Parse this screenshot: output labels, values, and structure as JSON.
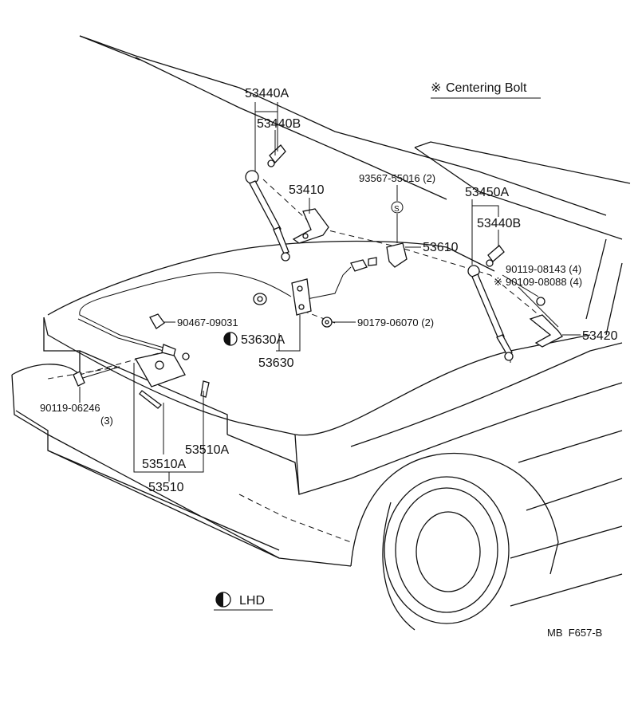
{
  "header": {
    "symbol": "※",
    "title": "Centering Bolt"
  },
  "legend": {
    "lhd_label": "LHD"
  },
  "footer": {
    "code": "MB  F657-B"
  },
  "labels": {
    "p53440A": "53440A",
    "p53440B_left": "53440B",
    "p53410": "53410",
    "p93567": "93567-55016 (2)",
    "s_mark": "S",
    "p53450A": "53450A",
    "p53440B_right": "53440B",
    "p53610": "53610",
    "p90119_08143": "90119-08143 (4)",
    "p90109_08088": "90109-08088 (4)",
    "p53420": "53420",
    "p90467": "90467-09031",
    "p90179": "90179-06070 (2)",
    "p53630A": "53630A",
    "p53630": "53630",
    "p90119_06246": "90119-06246",
    "p90119_06246_qty": "(3)",
    "p53510A_right": "53510A",
    "p53510A_left": "53510A",
    "p53510": "53510"
  }
}
